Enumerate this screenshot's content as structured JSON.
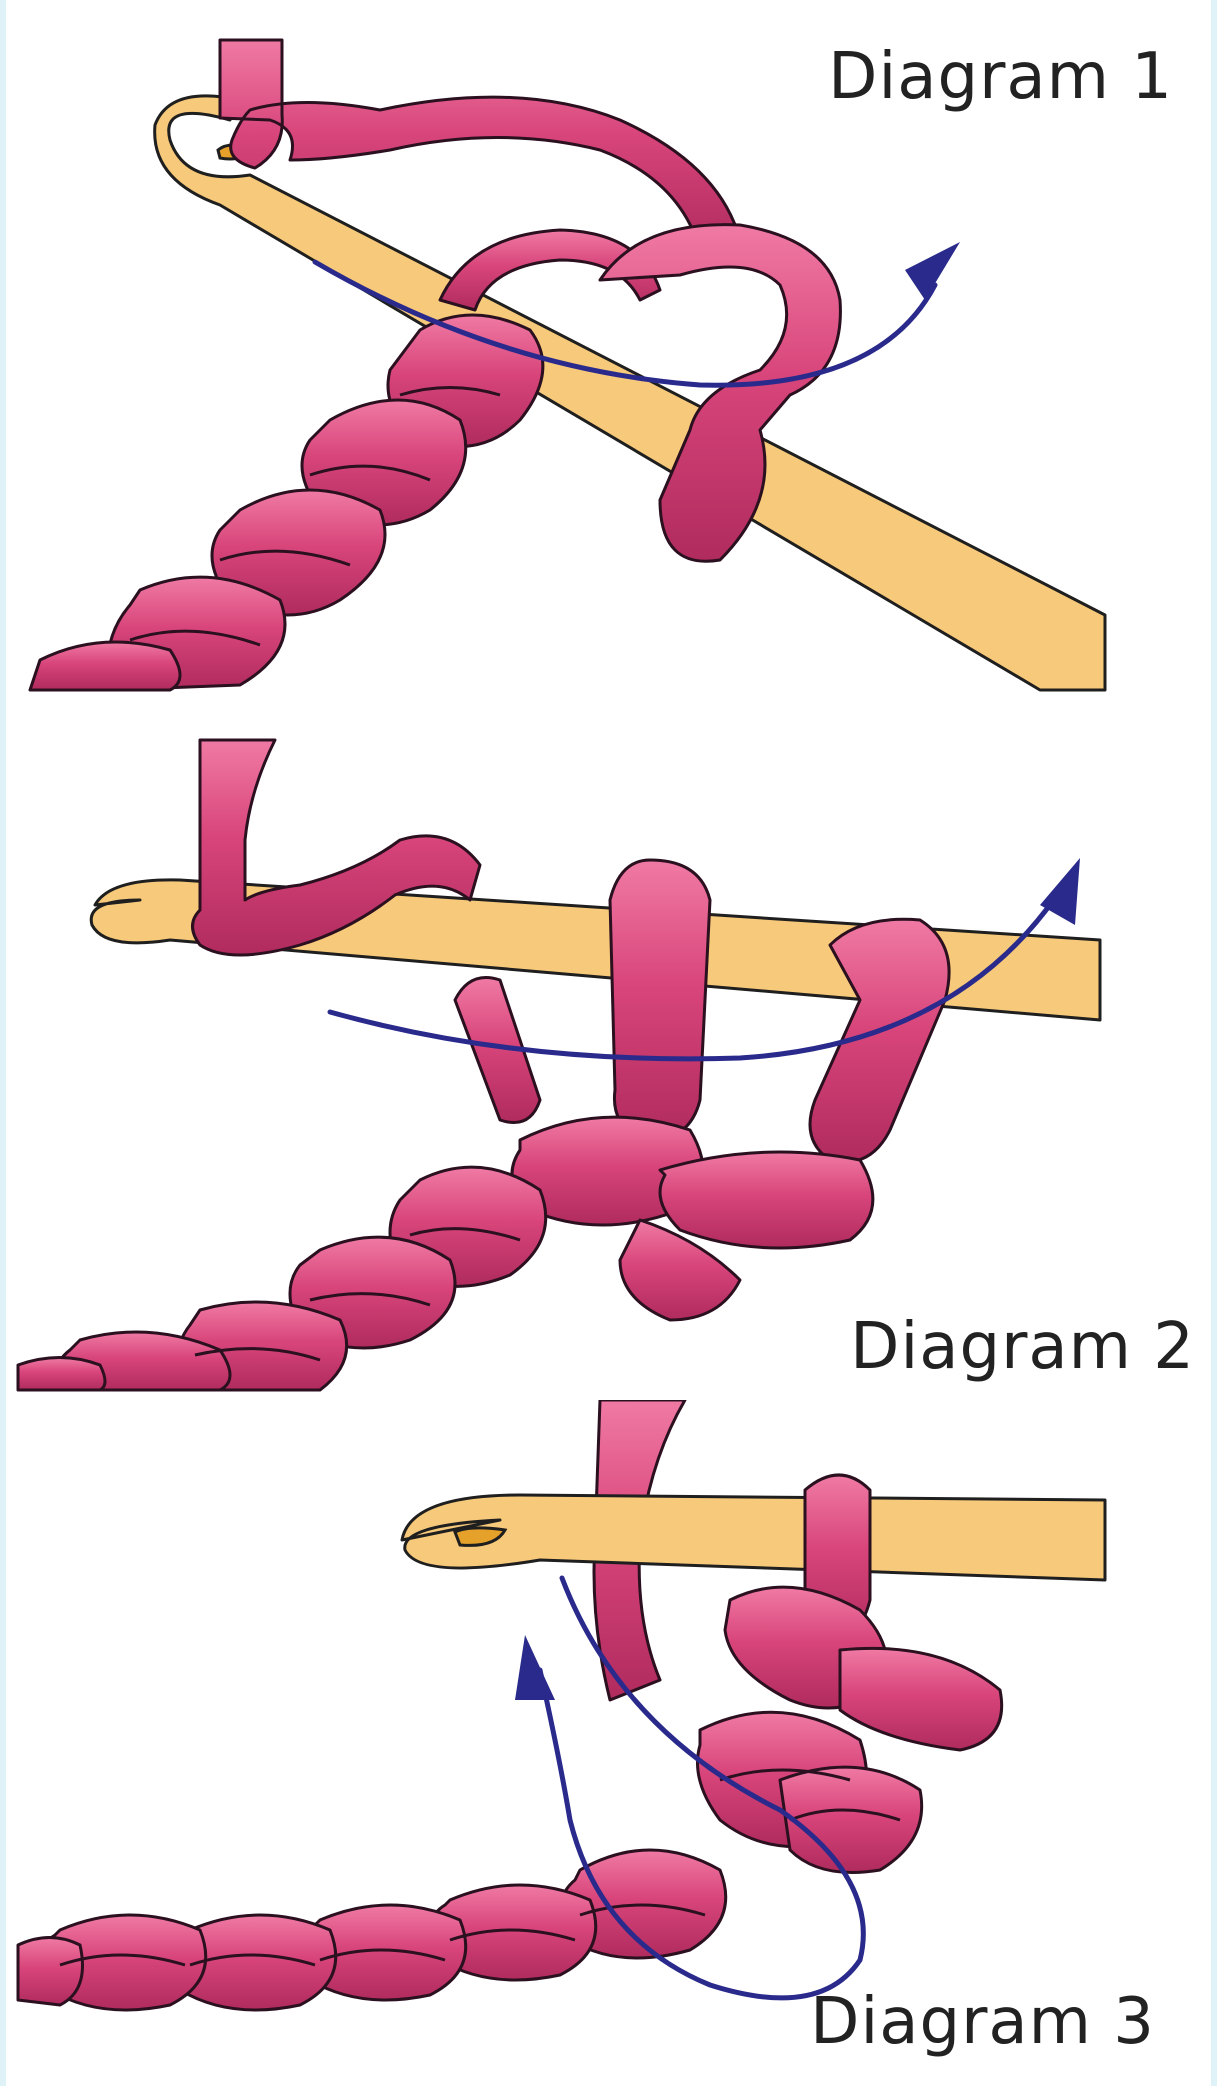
{
  "diagrams": [
    {
      "caption": "Diagram 1",
      "yarn_color": "#d8457a",
      "hook_color": "#f7c97a",
      "arrow_color": "#2a2a8c"
    },
    {
      "caption": "Diagram 2",
      "yarn_color": "#d8457a",
      "hook_color": "#f7c97a",
      "arrow_color": "#2a2a8c"
    },
    {
      "caption": "Diagram 3",
      "yarn_color": "#d8457a",
      "hook_color": "#f7c97a",
      "arrow_color": "#2a2a8c"
    }
  ]
}
